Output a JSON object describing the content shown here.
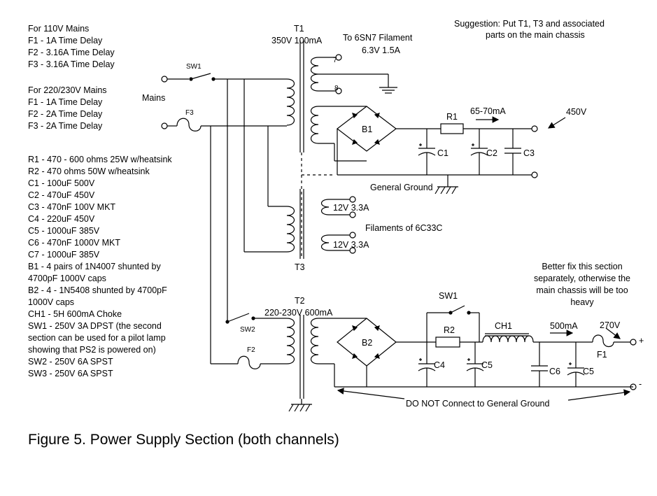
{
  "notes_110v": [
    "For 110V Mains",
    "F1 - 1A Time Delay",
    "F2 - 3.16A Time Delay",
    "F3 - 3.16A Time Delay"
  ],
  "notes_220v": [
    "For 220/230V Mains",
    "F1 - 1A Time Delay",
    "F2 - 2A Time Delay",
    "F3 - 2A Time Delay"
  ],
  "parts": [
    "R1 - 470 - 600 ohms 25W w/heatsink",
    "R2 - 470 ohms 50W  w/heatsink",
    "C1 - 100uF 500V",
    "C2 - 470uF 450V",
    "C3 - 470nF 100V MKT",
    "C4 - 220uF 450V",
    "C5 - 1000uF 385V",
    "C6 - 470nF 1000V MKT",
    "C7 - 1000uF 385V",
    "B1 - 4 pairs of 1N4007 shunted by",
    "4700pF 1000V caps",
    "B2 - 4 - 1N5408 shunted by 4700pF",
    "1000V caps",
    "CH1 - 5H 600mA Choke",
    "SW1 - 250V 3A DPST (the second",
    "section can be used for a pilot lamp",
    "showing that PS2 is powered on)",
    "SW2 - 250V 6A SPST",
    "SW3 - 250V 6A SPST"
  ],
  "suggestion": [
    "Suggestion:  Put T1, T3 and associated",
    "parts on the main chassis"
  ],
  "better_fix": [
    "Better fix this section",
    "separately, otherwise the",
    "main chassis will be too",
    "heavy"
  ],
  "caption": "Figure 5.  Power Supply Section (both channels)",
  "labels": {
    "t1": "T1",
    "t1_rating": "350V 100mA",
    "t1_filament": "To 6SN7 Filament",
    "t1_filament_rating": "6.3V 1.5A",
    "pin7": "7",
    "pin8": "8",
    "sw1_top": "SW1",
    "mains": "Mains",
    "f3": "F3",
    "b1": "B1",
    "r1": "R1",
    "current_top": "65-70mA",
    "hv_out": "450V",
    "c1": "C1",
    "c2": "C2",
    "c3": "C3",
    "general_ground": "General Ground",
    "t3_sec1": "12V 3.3A",
    "t3_sec2": "12V 3.3A",
    "filaments": "Filaments of 6C33C",
    "t3": "T3",
    "t2": "T2",
    "t2_rating": "220-230V 600mA",
    "sw2": "SW2",
    "f2": "F2",
    "b2": "B2",
    "sw1_bottom": "SW1",
    "r2": "R2",
    "ch1": "CH1",
    "current_bottom": "500mA",
    "out_270": "270V",
    "f1": "F1",
    "plus": "+",
    "minus": "-",
    "c4": "C4",
    "c5a": "C5",
    "c6": "C6",
    "c5b": "C5",
    "no_connect": "DO NOT Connect to General Ground"
  }
}
